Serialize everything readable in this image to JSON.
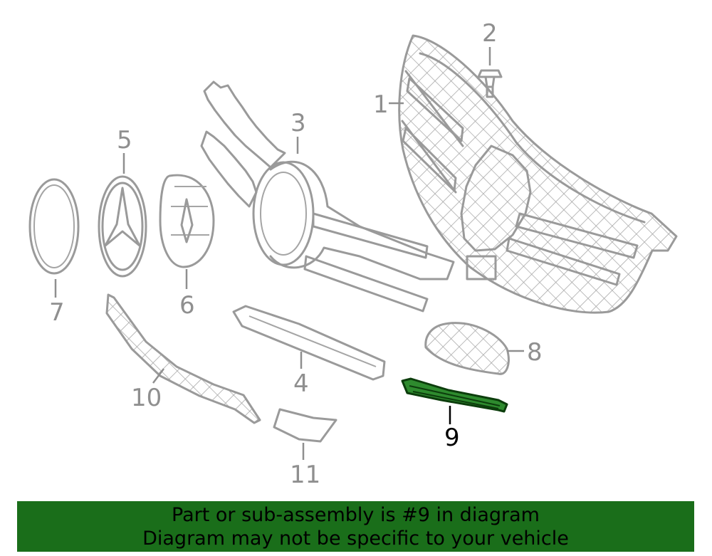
{
  "callouts": {
    "c1": "1",
    "c2": "2",
    "c3": "3",
    "c4": "4",
    "c5": "5",
    "c6": "6",
    "c7": "7",
    "c8": "8",
    "c9": "9",
    "c10": "10",
    "c11": "11"
  },
  "highlighted_part": "9",
  "colors": {
    "highlight_fill": "#2e8b2e",
    "highlight_outline": "#0c3d0c",
    "banner_background": "#1a6e1a",
    "part_outline": "#9a9a9a"
  },
  "banner": {
    "line1": "Part or sub-assembly is #9 in diagram",
    "line2": "Diagram may not be specific to your vehicle"
  }
}
